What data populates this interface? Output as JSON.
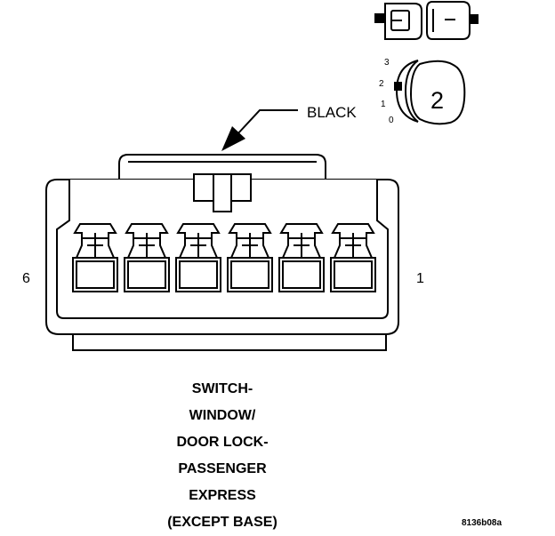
{
  "connector": {
    "wire_color": "BLACK",
    "pin_left": "6",
    "pin_right": "1",
    "cavity_count": 6
  },
  "key_icon": {
    "positions": [
      "3",
      "2",
      "1",
      "0"
    ],
    "selected_position": "2",
    "number": "2"
  },
  "caption": {
    "lines": [
      "SWITCH-",
      "WINDOW/",
      "DOOR LOCK-",
      "PASSENGER",
      "EXPRESS",
      "(EXCEPT BASE)"
    ]
  },
  "figure_code": "8136b08a"
}
